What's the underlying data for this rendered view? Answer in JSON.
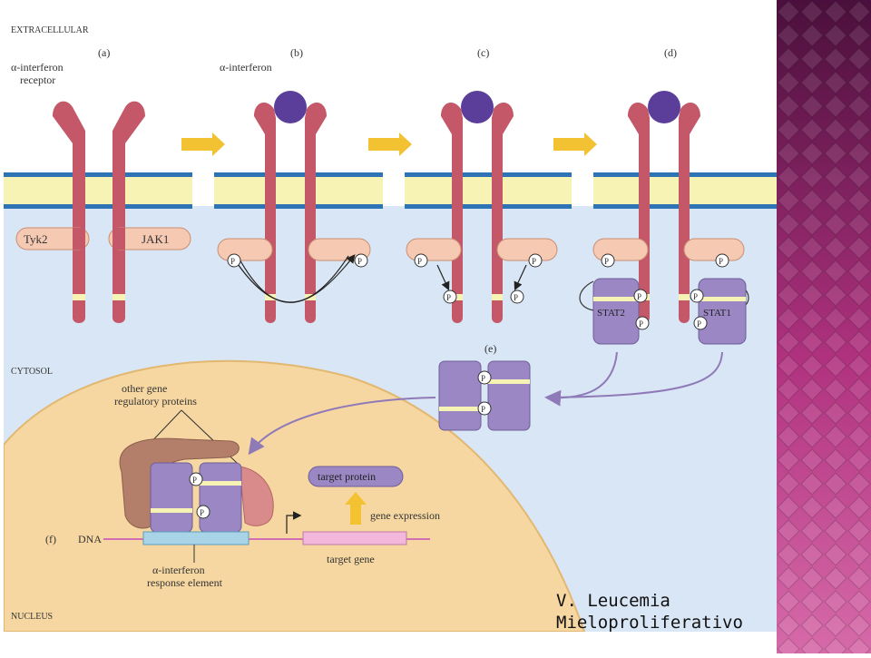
{
  "slide": {
    "caption_line1": "V. Leucemia",
    "caption_line2": "Mieloproliferativo",
    "side_band_colors": [
      "#4a0f3c",
      "#b0327f",
      "#d66aa9"
    ]
  },
  "figure": {
    "region_extracellular": "EXTRACELLULAR",
    "region_cytosol": "CYTOSOL",
    "region_nucleus": "NUCLEUS",
    "panel_a": "(a)",
    "panel_b": "(b)",
    "panel_c": "(c)",
    "panel_d": "(d)",
    "panel_e": "(e)",
    "panel_f": "(f)",
    "receptor_label_line1": "α-interferon",
    "receptor_label_line2": "receptor",
    "interferon_label": "α-interferon",
    "tyk2": "Tyk2",
    "jak1": "JAK1",
    "stat2": "STAT2",
    "stat1": "STAT1",
    "phospho": "P",
    "regulatory_line1": "other gene",
    "regulatory_line2": "regulatory proteins",
    "target_protein": "target protein",
    "gene_expression": "gene expression",
    "dna": "DNA",
    "target_gene": "target gene",
    "response_line1": "α-interferon",
    "response_line2": "response element",
    "colors": {
      "extracellular": "#ffffff",
      "cytosol": "#d9e6f5",
      "membrane_yellow": "#f7f3b5",
      "membrane_blue": "#2e73b4",
      "receptor": "#c45869",
      "interferon": "#5b3e9a",
      "kinase": "#f6c9b2",
      "stat": "#9a87c4",
      "nucleus": "#f6d7a2",
      "arrow_yellow": "#f3c232",
      "dna": "#d16fb4"
    }
  }
}
